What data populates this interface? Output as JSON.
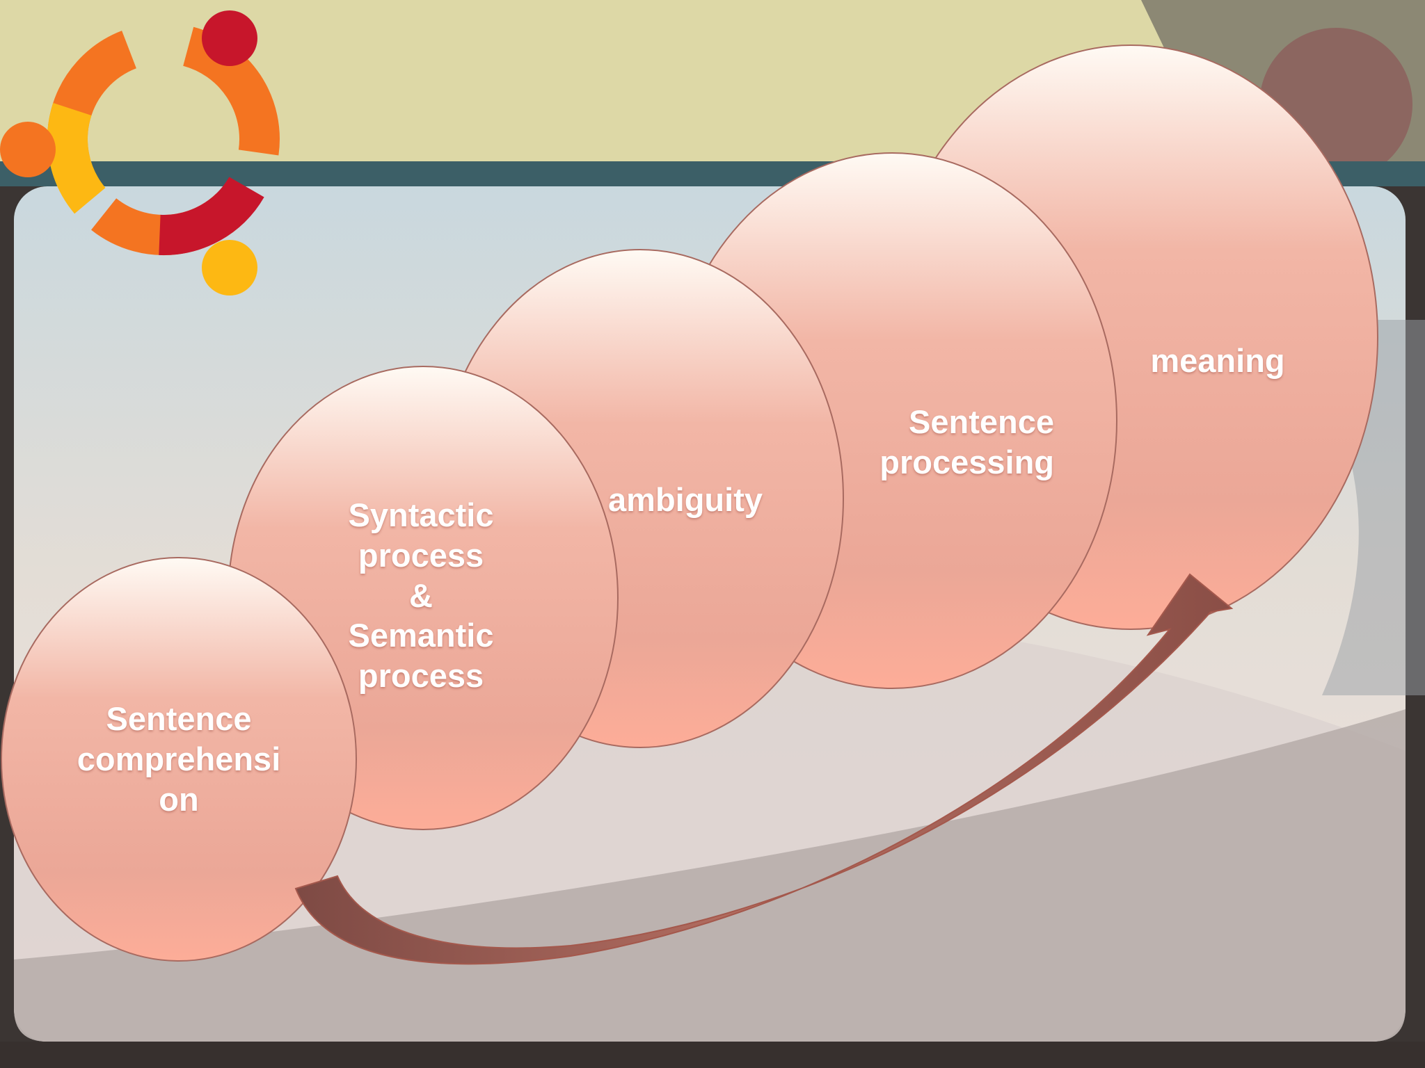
{
  "diagram": {
    "steps": [
      {
        "label": "Sentence\ncomprehensi\non"
      },
      {
        "label": "Syntactic\nprocess\n&\nSemantic\nprocess"
      },
      {
        "label": "ambiguity"
      },
      {
        "label": "Sentence\nprocessing"
      },
      {
        "label": "meaning"
      }
    ]
  },
  "colors": {
    "circle_top": "#fffaf4",
    "circle_bottom": "#f6a18f",
    "circle_stroke": "#a86a60",
    "arrow": "#8a4e46",
    "logo_orange": "#f47421",
    "logo_red": "#c7162b",
    "logo_yellow": "#fdb813"
  },
  "icons": {
    "logo": "ubuntu-circle-of-friends-logo"
  }
}
